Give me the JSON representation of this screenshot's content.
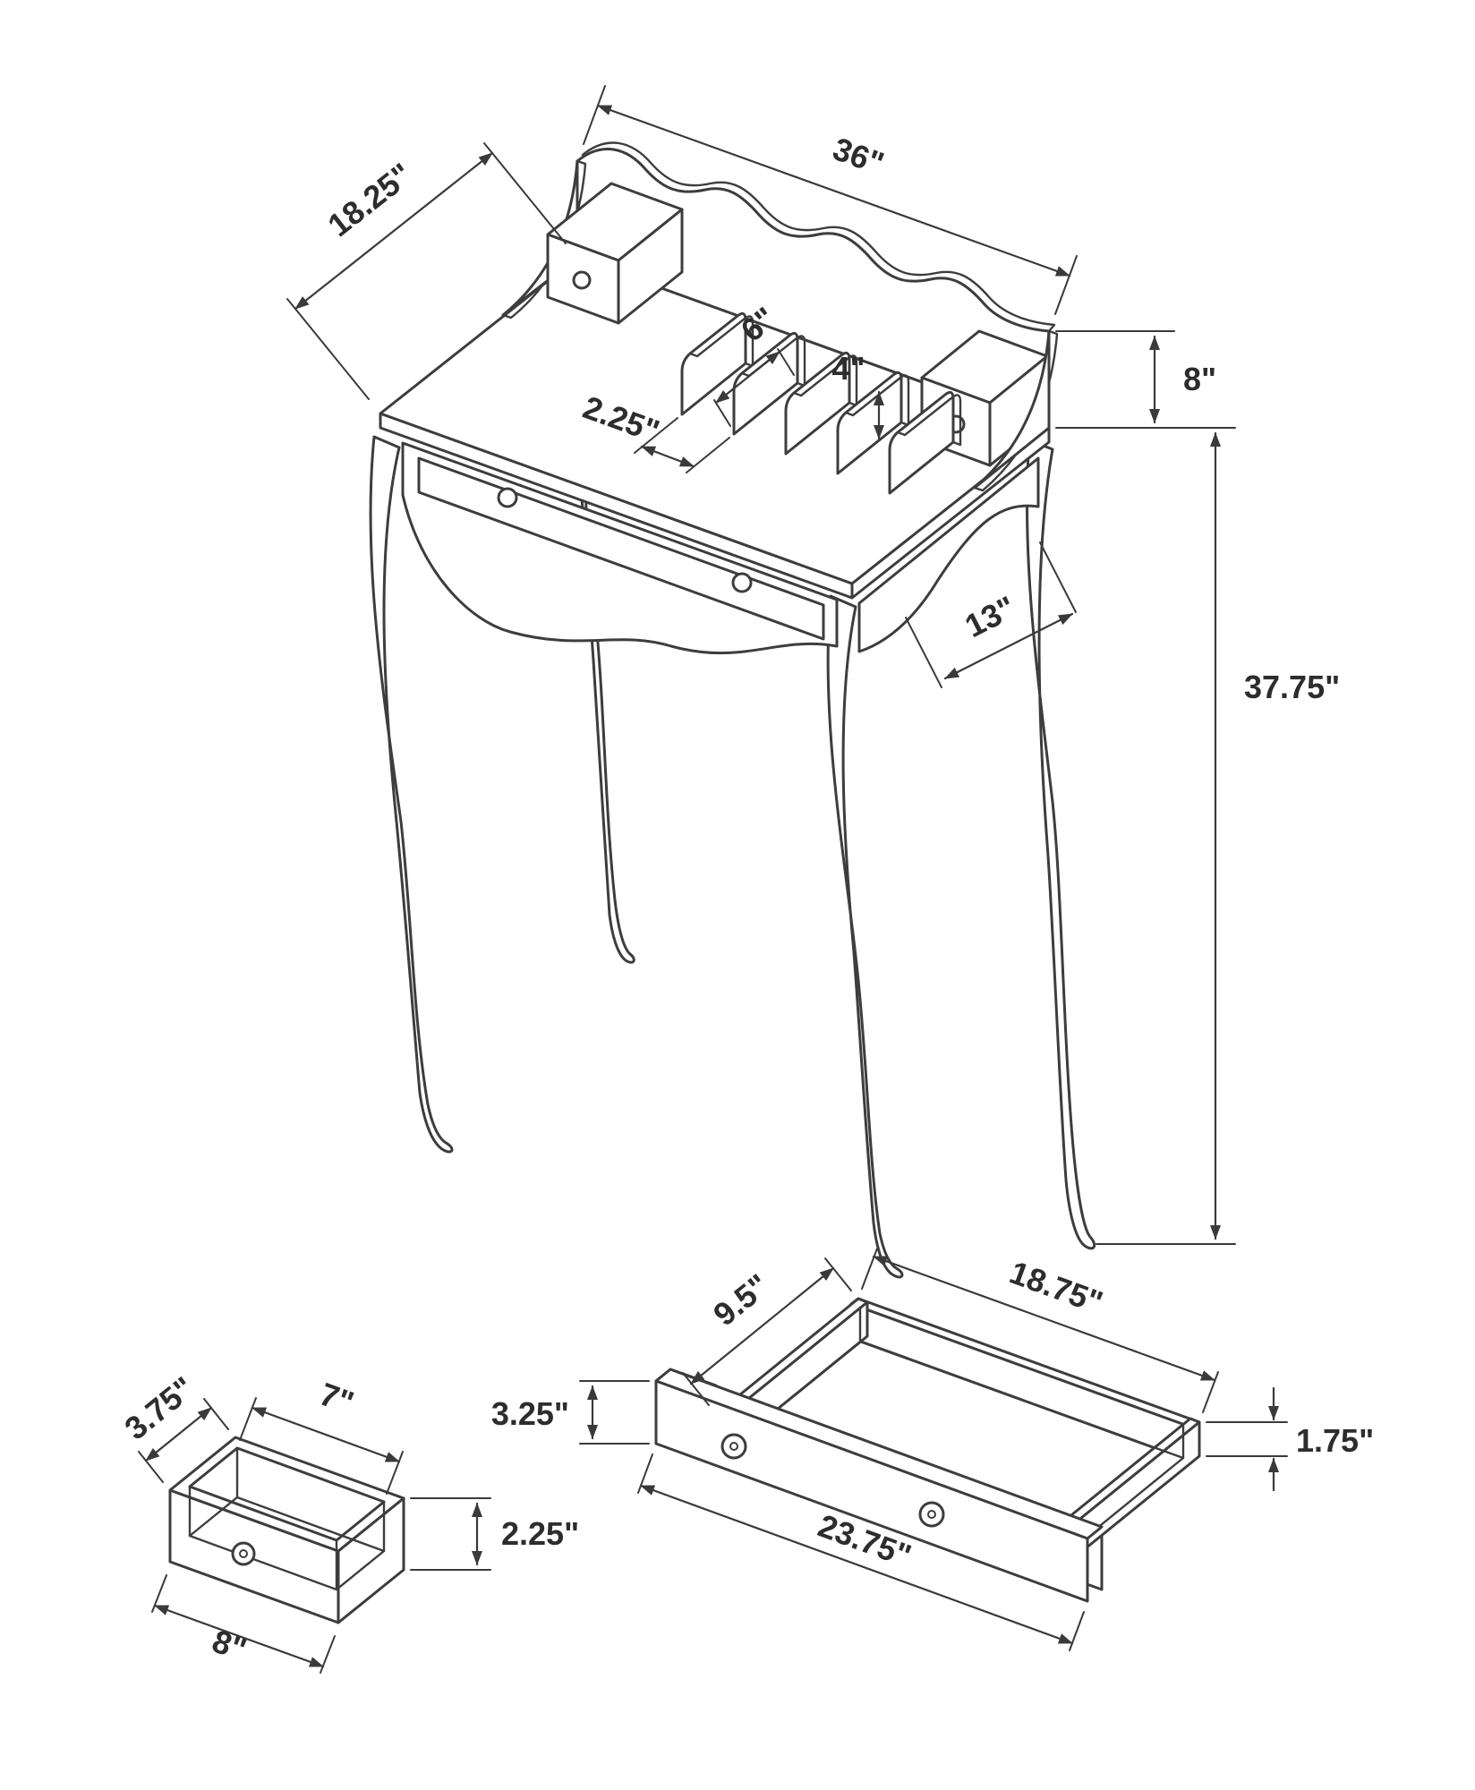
{
  "diagram": {
    "background": "#ffffff",
    "line_color": "#3d3d3d",
    "desk": {
      "depth": "18.25\"",
      "width": "36\"",
      "hutch_height": "8\"",
      "divider_depth": "6\"",
      "divider_height": "4\"",
      "divider_spacing": "2.25\"",
      "leg_span": "13\"",
      "overall_height": "37.75\""
    },
    "small_drawer": {
      "depth": "3.75\"",
      "inner_width": "7\"",
      "height": "2.25\"",
      "front_width": "8\""
    },
    "large_drawer": {
      "inner_depth": "9.5\"",
      "inner_width": "18.75\"",
      "front_height": "3.25\"",
      "front_width": "23.75\"",
      "side_height": "1.75\""
    }
  }
}
